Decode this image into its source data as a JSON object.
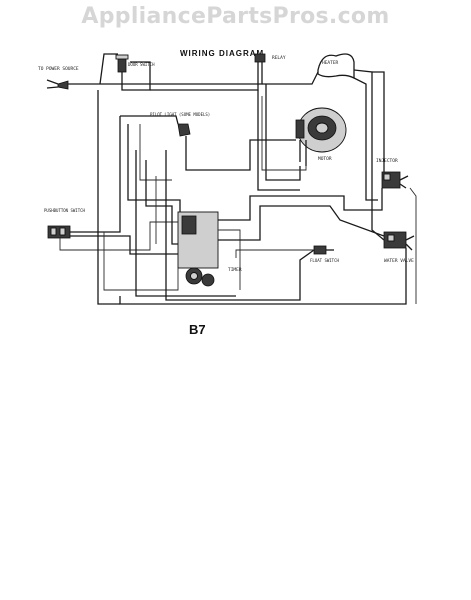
{
  "watermark": "AppliancePartsPros.com",
  "diagram": {
    "title": "WIRING DIAGRAM",
    "code": "B7",
    "labels": {
      "power_source": "TO POWER SOURCE",
      "door_switch": "DOOR SWITCH",
      "relay": "RELAY",
      "heater": "HEATER",
      "pilot_light": "PILOT LIGHT (SOME MODELS)",
      "motor": "MOTOR",
      "injector": "INJECTOR",
      "pushbutton_switch": "PUSHBUTTON SWITCH",
      "timer": "TIMER",
      "float_switch": "FLOAT SWITCH",
      "water_valve": "WATER VALVE"
    }
  }
}
